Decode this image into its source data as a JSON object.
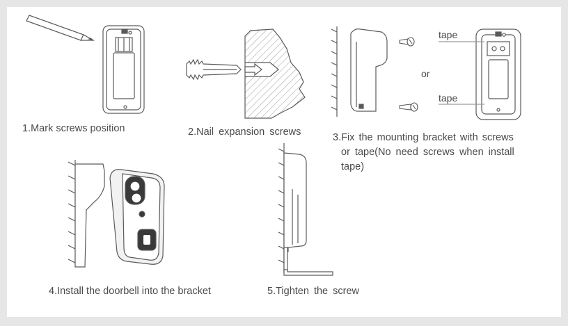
{
  "steps": [
    {
      "caption": "1.Mark screws position",
      "icons": [
        "pencil-icon",
        "mounting-bracket-icon"
      ]
    },
    {
      "caption": "2.Nail expansion screws",
      "icons": [
        "expansion-anchor-icon",
        "wall-section-icon",
        "arrow-right-icon"
      ]
    },
    {
      "caption_lines": [
        "3.Fix the mounting bracket with screws",
        "or tape(No need screws when install",
        "tape)"
      ],
      "labels": {
        "tape_top": "tape",
        "or": "or",
        "tape_bottom": "tape"
      },
      "icons": [
        "wall-icon",
        "bracket-side-icon",
        "screw-icon",
        "bracket-back-icon"
      ]
    },
    {
      "caption": "4.Install the doorbell into the bracket",
      "icons": [
        "wall-icon",
        "doorbell-icon",
        "bracket-side-icon"
      ]
    },
    {
      "caption": "5.Tighten the screw",
      "icons": [
        "wall-icon",
        "doorbell-side-icon",
        "hex-key-icon"
      ]
    }
  ],
  "colors": {
    "line": "#5a5a5a",
    "light_line": "#9a9a9a",
    "text": "#4a4a4a",
    "fill": "#f4f4f4",
    "dark_fill": "#3a3a3a",
    "background": "#e6e6e6",
    "panel": "#ffffff"
  }
}
